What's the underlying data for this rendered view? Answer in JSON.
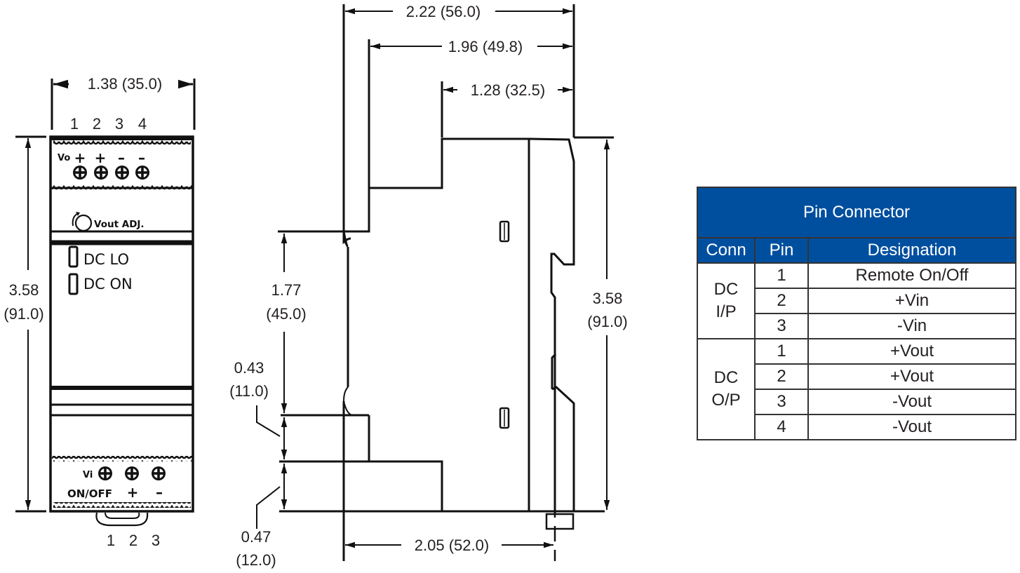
{
  "front_view": {
    "width_dim": "1.38 (35.0)",
    "height_dim_in": "3.58",
    "height_dim_mm": "(91.0)",
    "top_pin_numbers": [
      "1",
      "2",
      "3",
      "4"
    ],
    "output_label": "Vo",
    "output_polarity": [
      "+",
      "+",
      "–",
      "–"
    ],
    "vout_adj_label": "Vout ADJ.",
    "led_labels": [
      "DC LO",
      "DC ON"
    ],
    "input_label": "Vi",
    "input_pin_labels": [
      "ON/OFF",
      "+",
      "–"
    ],
    "bottom_pin_numbers": [
      "1",
      "2",
      "3"
    ]
  },
  "side_view": {
    "depth_total": "2.22 (56.0)",
    "depth_mid": "1.96 (49.8)",
    "depth_front": "1.28 (32.5)",
    "height_in": "3.58",
    "height_mm": "(91.0)",
    "rail_in": "1.77",
    "rail_mm": "(45.0)",
    "step1_in": "0.43",
    "step1_mm": "(11.0)",
    "step2_in": "0.47",
    "step2_mm": "(12.0)",
    "bottom_depth": "2.05 (52.0)"
  },
  "pin_table": {
    "title": "Pin Connector",
    "headers": [
      "Conn",
      "Pin",
      "Designation"
    ],
    "header_color": "#004f9f",
    "groups": [
      {
        "conn_line1": "DC",
        "conn_line2": "I/P",
        "rows": [
          {
            "pin": "1",
            "designation": "Remote On/Off"
          },
          {
            "pin": "2",
            "designation": "+Vin"
          },
          {
            "pin": "3",
            "designation": "-Vin"
          }
        ]
      },
      {
        "conn_line1": "DC",
        "conn_line2": "O/P",
        "rows": [
          {
            "pin": "1",
            "designation": "+Vout"
          },
          {
            "pin": "2",
            "designation": "+Vout"
          },
          {
            "pin": "3",
            "designation": "-Vout"
          },
          {
            "pin": "4",
            "designation": "-Vout"
          }
        ]
      }
    ]
  }
}
